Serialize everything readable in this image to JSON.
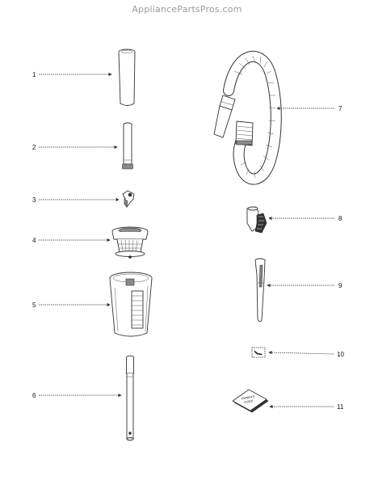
{
  "watermark": "AppliancePartsPros.com",
  "callouts": [
    {
      "id": "1",
      "label": "1"
    },
    {
      "id": "2",
      "label": "2"
    },
    {
      "id": "3",
      "label": "3"
    },
    {
      "id": "4",
      "label": "4"
    },
    {
      "id": "5",
      "label": "5"
    },
    {
      "id": "6",
      "label": "6"
    },
    {
      "id": "7",
      "label": "7"
    },
    {
      "id": "8",
      "label": "8"
    },
    {
      "id": "9",
      "label": "9"
    },
    {
      "id": "10",
      "label": "10"
    },
    {
      "id": "11",
      "label": "11"
    }
  ],
  "manual_cover_text": [
    "OWNER'S",
    "GUIDE"
  ]
}
